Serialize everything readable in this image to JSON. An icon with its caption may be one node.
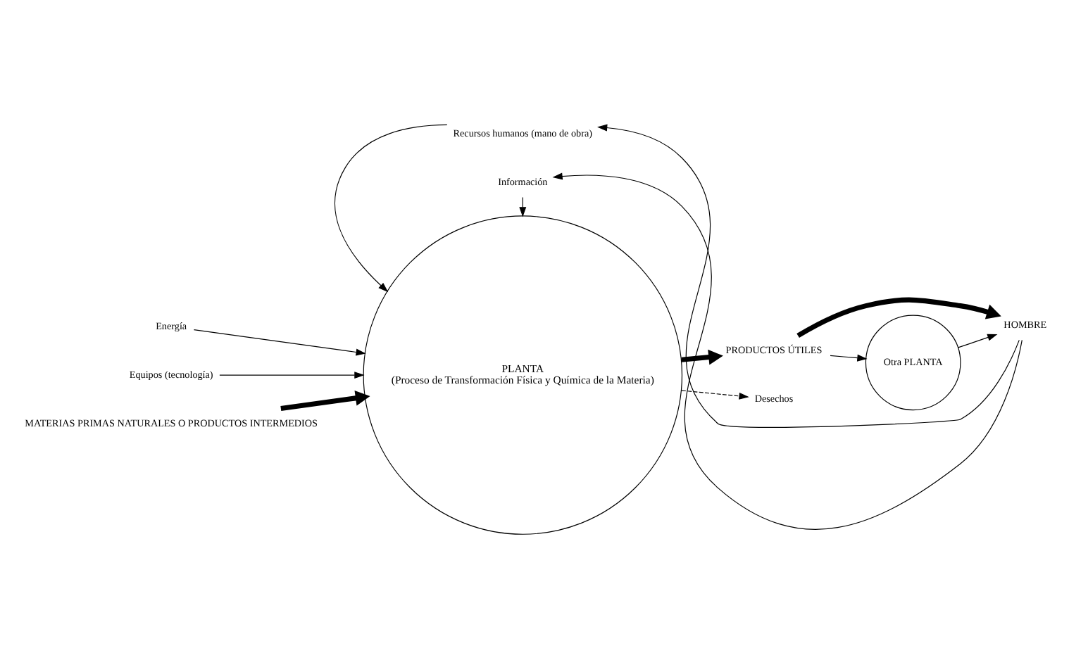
{
  "diagram": {
    "nodes": [
      {
        "text": [
          "Energía"
        ]
      },
      {
        "text": [
          "Equipos (tecnología)"
        ]
      },
      {
        "text": [
          "Recursos humanos (mano de obra)"
        ]
      },
      {
        "text": [
          "Información"
        ]
      },
      {
        "text": [
          "MATERIAS PRIMAS NATURALES O PRODUCTOS INTERMEDIOS"
        ]
      },
      {
        "text": [
          "PLANTA",
          "(Proceso de Transformación Física y Química de la Materia)"
        ]
      },
      {
        "text": [
          "PRODUCTOS ÚTILES"
        ]
      },
      {
        "text": [
          "HOMBRE"
        ]
      },
      {
        "text": [
          "Otra PLANTA"
        ]
      },
      {
        "text": [
          "Desechos"
        ]
      }
    ],
    "edges": [
      {
        "from": 0,
        "to": 5,
        "arrow": "to"
      },
      {
        "from": 1,
        "to": 5,
        "arrow": "to"
      },
      {
        "from": 2,
        "to": 5,
        "arrow": "to"
      },
      {
        "from": 3,
        "to": 5,
        "arrow": "to"
      },
      {
        "from": 4,
        "to": 5,
        "arrow": "to",
        "style": "thick"
      },
      {
        "from": 5,
        "to": 6,
        "arrow": "to",
        "style": "thick"
      },
      {
        "from": 6,
        "to": 7,
        "arrow": "to",
        "style": "thick"
      },
      {
        "from": 6,
        "to": 8,
        "arrow": "to"
      },
      {
        "from": 8,
        "to": 7,
        "arrow": "to"
      },
      {
        "from": 7,
        "to": 2,
        "arrow": "to"
      },
      {
        "from": 7,
        "to": 3,
        "arrow": "to"
      },
      {
        "from": 5,
        "to": 9,
        "arrow": "to",
        "style": "dashed"
      }
    ]
  }
}
